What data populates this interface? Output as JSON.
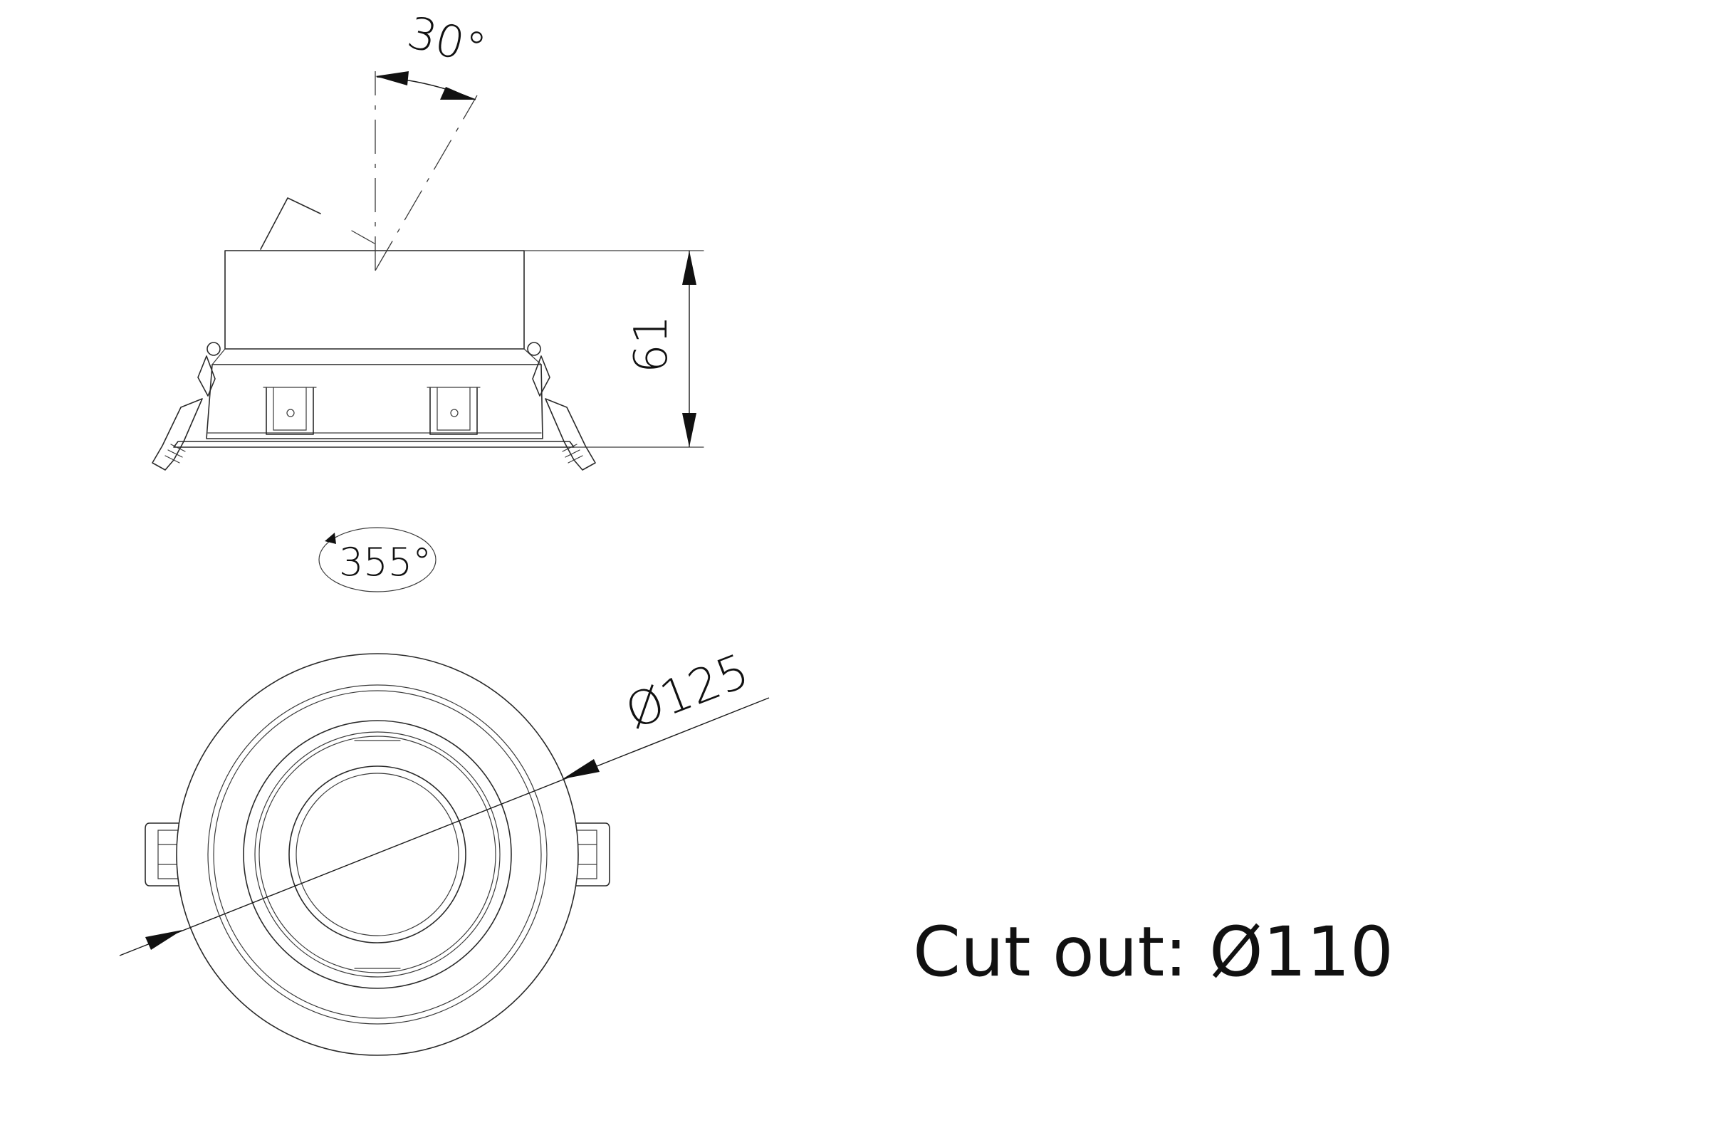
{
  "labels": {
    "tilt_angle": "30°",
    "height": "61",
    "rotation": "355°",
    "diameter": "Ø125",
    "cutout": "Cut out: Ø110"
  }
}
